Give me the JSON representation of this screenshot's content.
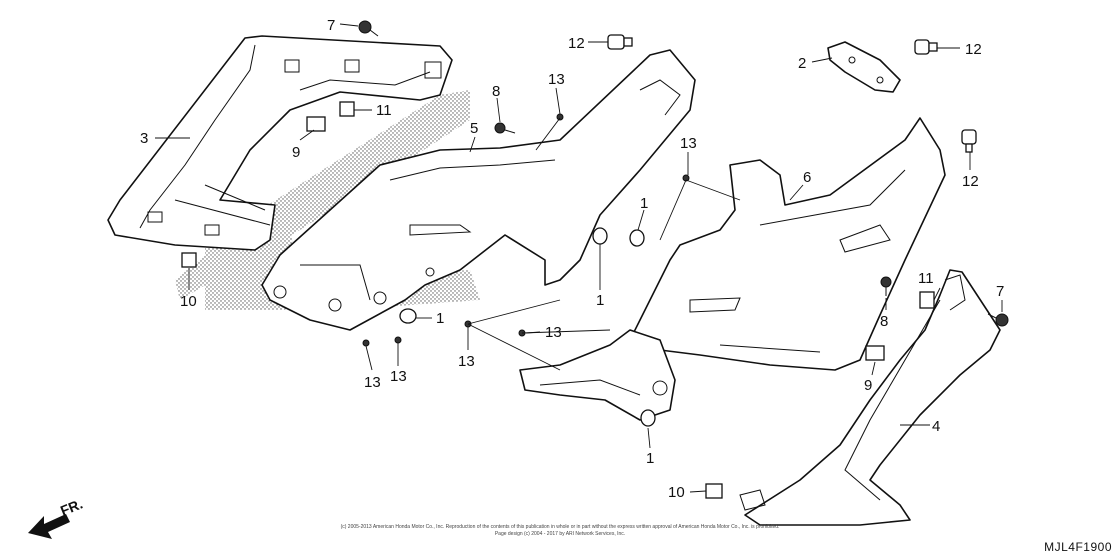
{
  "callouts": {
    "c7a": "7",
    "c12a": "12",
    "c2": "2",
    "c12b": "12",
    "c3": "3",
    "c11a": "11",
    "c9a": "9",
    "c13a": "13",
    "c8a": "8",
    "c5": "5",
    "c13b": "13",
    "c12c": "12",
    "c6": "6",
    "c1a": "1",
    "c1b": "1",
    "c10a": "10",
    "c1c": "1",
    "c13c": "13",
    "c13d": "13",
    "c13e": "13",
    "c13f": "13",
    "c11b": "11",
    "c7b": "7",
    "c8b": "8",
    "c9b": "9",
    "c4": "4",
    "c1d": "1",
    "c10b": "10"
  },
  "direction_label": "FR.",
  "diagram_code": "MJL4F1900",
  "copyright_lines": [
    "(c) 2005-2013 American Honda Motor Co., Inc. Reproduction of the contents of this publication in whole or in part without the express written approval of American Honda Motor Co., Inc. is prohibited.",
    "Page design (c) 2004 - 2017 by ARI Network Services, Inc."
  ]
}
